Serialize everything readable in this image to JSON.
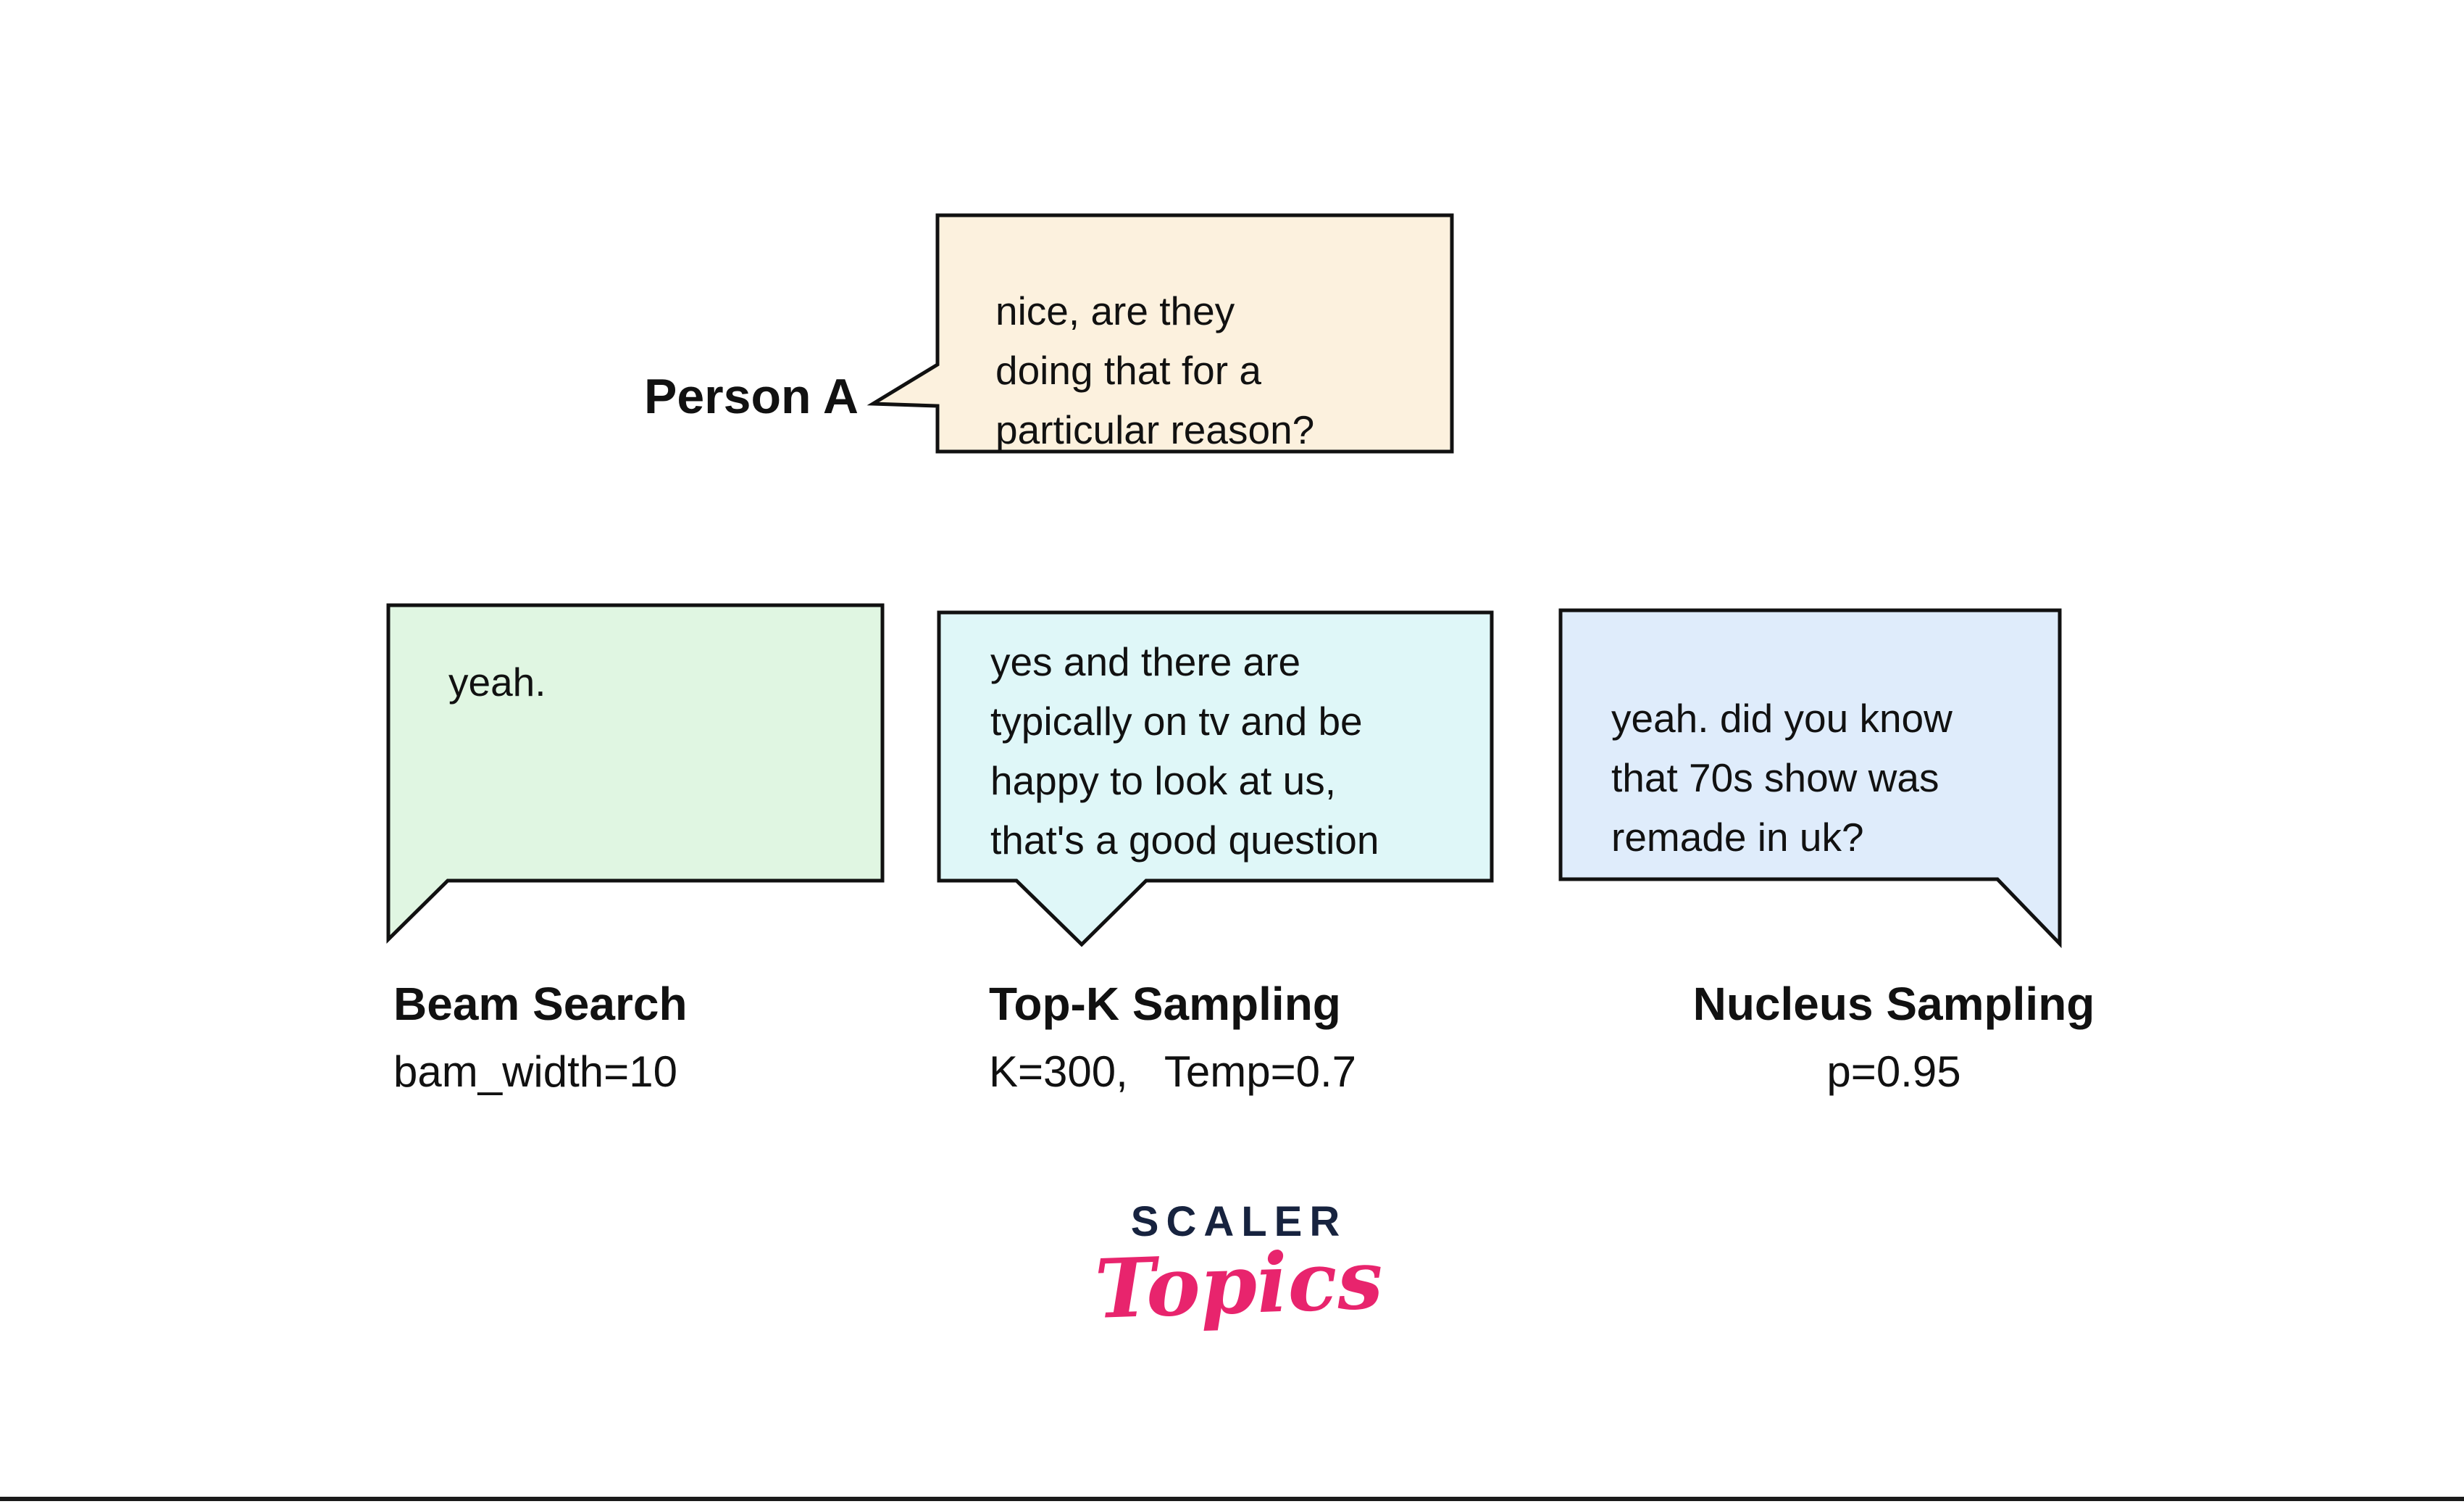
{
  "person": {
    "label": "Person A"
  },
  "question": {
    "text": "nice, are they\ndoing that for a\nparticular reason?"
  },
  "methods": [
    {
      "speech": "yeah.",
      "name": "Beam Search",
      "params": "bam_width=10"
    },
    {
      "speech": "yes and there are\ntypically on tv and be\nhappy to look at us,\nthat's a good question",
      "name": "Top-K Sampling",
      "params": "K=300,   Temp=0.7"
    },
    {
      "speech": "yeah. did you know\nthat 70s show was\nremade in uk?",
      "name": "Nucleus Sampling",
      "params": "p=0.95"
    }
  ],
  "logo": {
    "brand": "SCALER",
    "script": "Topics"
  },
  "colors": {
    "question_fill": "#fcf1de",
    "beam_fill": "#e0f6e2",
    "topk_fill": "#dff7f8",
    "nucleus_fill": "#dfecfb",
    "border": "#111111",
    "text": "#111111",
    "brand_navy": "#17233f",
    "brand_pink": "#e8246d",
    "bottom_rule": "#1a1a1a"
  }
}
